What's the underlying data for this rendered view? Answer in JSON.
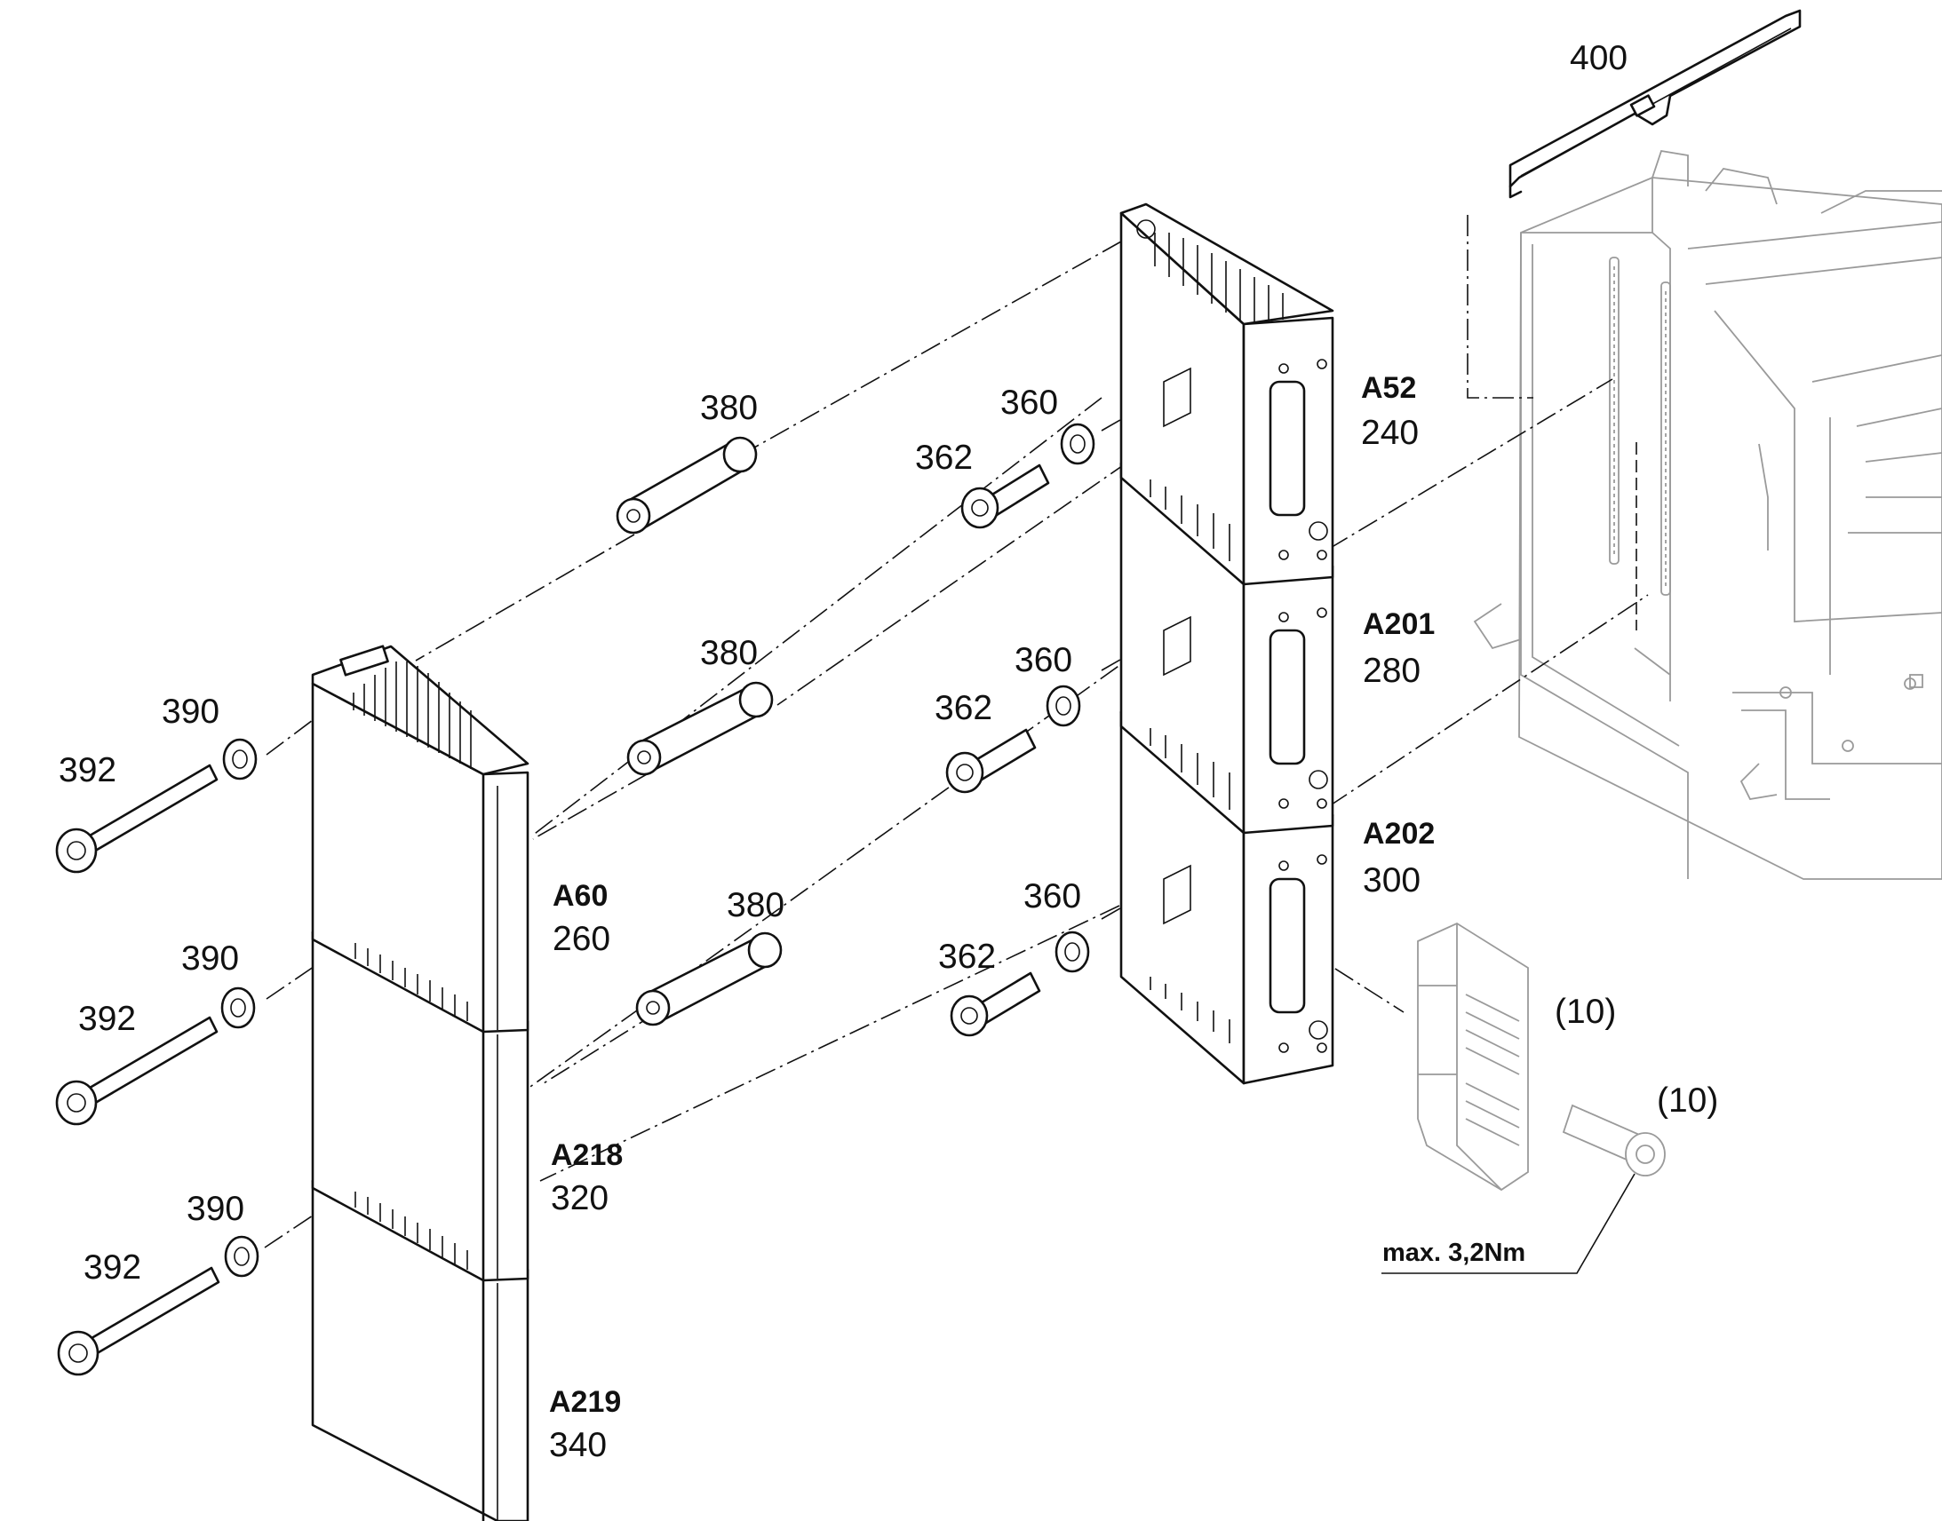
{
  "labels": {
    "p400": "400",
    "p380a": "380",
    "p380b": "380",
    "p380c": "380",
    "p360a": "360",
    "p360b": "360",
    "p360c": "360",
    "p362a": "362",
    "p362b": "362",
    "p362c": "362",
    "p390a": "390",
    "p390b": "390",
    "p390c": "390",
    "p392a": "392",
    "p392b": "392",
    "p392c": "392",
    "a52": "A52",
    "a52n": "240",
    "a201": "A201",
    "a201n": "280",
    "a202": "A202",
    "a202n": "300",
    "a60": "A60",
    "a60n": "260",
    "a218": "A218",
    "a218n": "320",
    "a219": "A219",
    "a219n": "340",
    "conn": "(10)",
    "screw": "(10)",
    "torque": "max. 3,2Nm"
  }
}
